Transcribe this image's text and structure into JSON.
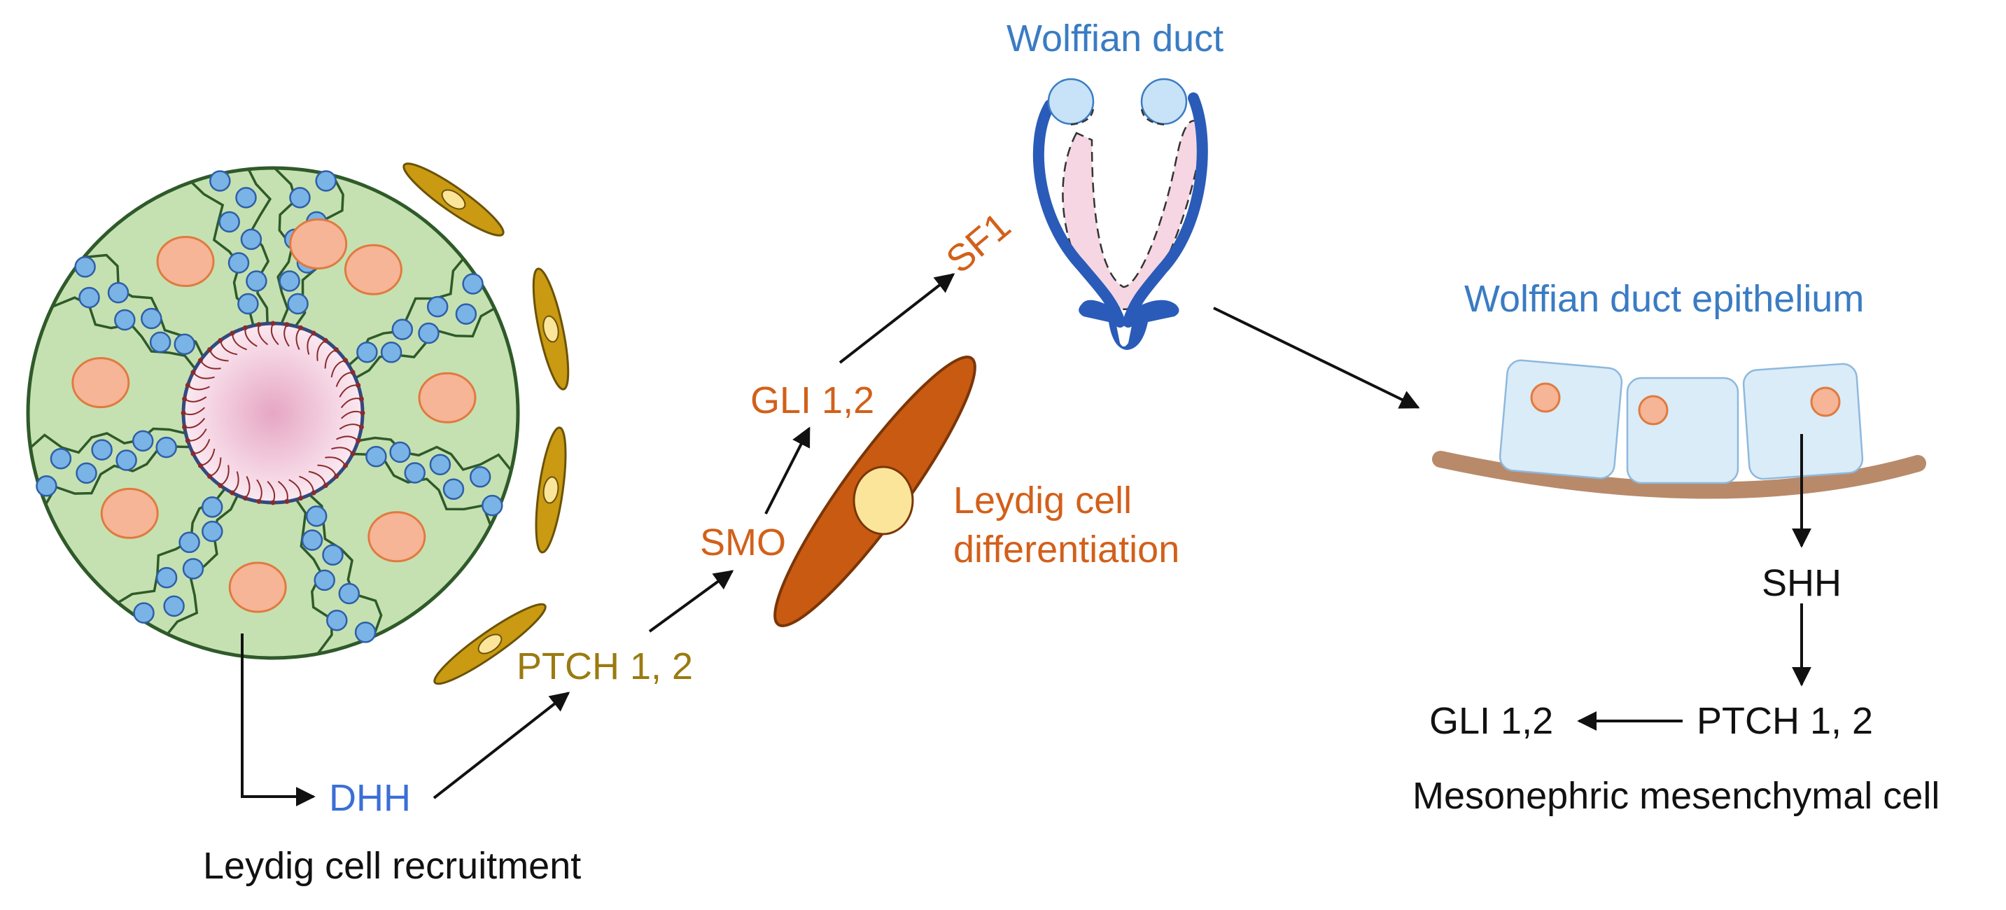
{
  "colors": {
    "blue_label": "#3a7cc3",
    "dhh_blue": "#3b6fd6",
    "olive": "#9a7b0f",
    "orange": "#d2601a",
    "black": "#111111",
    "tubule_fill": "#c6e1b1",
    "tubule_stroke": "#2f5a2a",
    "cell_blue": "#7ab3e6",
    "cell_blue_stroke": "#2e5fa8",
    "nucleus_peach": "#f5b596",
    "nucleus_stroke": "#e07a40",
    "spindle_cell": "#c99a12",
    "spindle_nucleus": "#fbe59a",
    "leydig_body": "#c95a12",
    "duct_blue": "#2a5bb8",
    "epithelium_fill": "#d9ecf8",
    "membrane_brown": "#b88a6a"
  },
  "labels": {
    "dhh": "DHH",
    "recruitment": "Leydig cell recruitment",
    "ptch_left": "PTCH 1, 2",
    "smo": "SMO",
    "gli_left": "GLI 1,2",
    "sf1": "SF1",
    "leydig_diff_line1": "Leydig cell",
    "leydig_diff_line2": "differentiation",
    "wolffian_duct": "Wolffian duct",
    "wd_epithelium": "Wolffian duct epithelium",
    "shh": "SHH",
    "ptch_right": "PTCH 1, 2",
    "gli_right": "GLI 1,2",
    "mesenchymal": "Mesonephric mesenchymal cell"
  }
}
